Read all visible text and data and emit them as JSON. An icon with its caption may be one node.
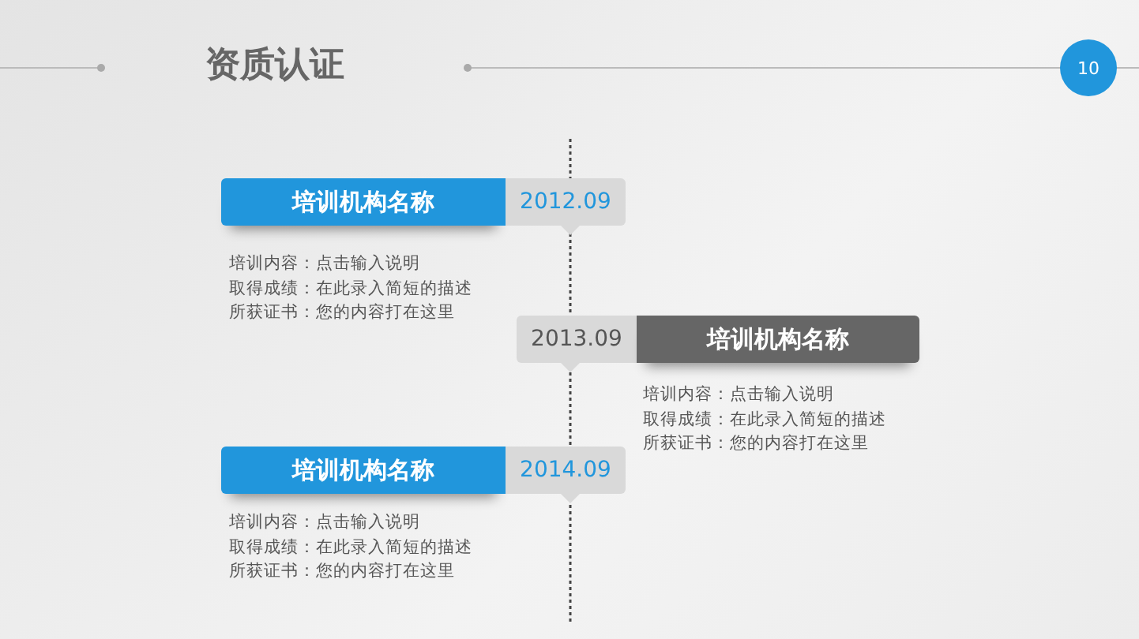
{
  "diagram": {
    "title": "资质认证",
    "nodes": [
      {
        "text": [
          "培训机构名称"
        ],
        "beside": [
          "培训内容：点击输入说明",
          "取得成绩：在此录入简短的描述",
          "所获证书：您的内容打在这里"
        ]
      },
      {
        "text": [
          "2012.09"
        ]
      },
      {
        "text": [
          "2013.09"
        ]
      },
      {
        "text": [
          "培训机构名称"
        ],
        "beside": [
          "培训内容：点击输入说明",
          "取得成绩：在此录入简短的描述",
          "所获证书：您的内容打在这里"
        ]
      },
      {
        "text": [
          "培训机构名称"
        ],
        "beside": [
          "培训内容：点击输入说明",
          "取得成绩：在此录入简短的描述",
          "所获证书：您的内容打在这里"
        ]
      },
      {
        "text": [
          "2014.09"
        ]
      },
      {
        "text": [
          "10"
        ]
      }
    ],
    "edges": []
  }
}
